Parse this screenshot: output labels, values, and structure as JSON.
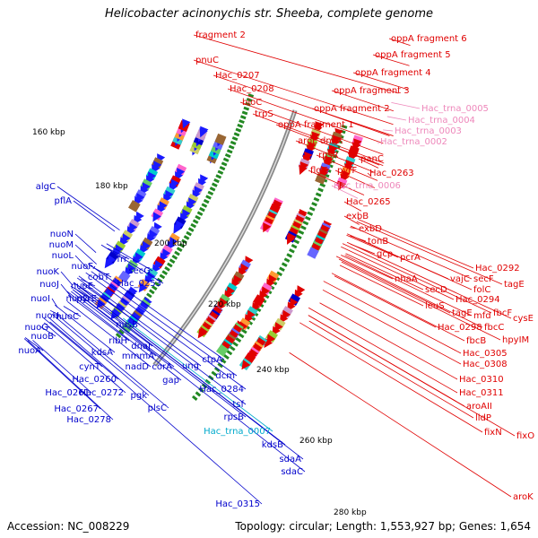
{
  "title": "Helicobacter acinonychis str. Sheeba, complete genome",
  "accession": "Accession: NC_008229",
  "topology": "Topology: circular; Length: 1,553,927 bp; Genes: 1,654",
  "colors": {
    "red": "#e00000",
    "blue": "#0000cc",
    "pink": "#ee88bb",
    "cyan": "#00aacc",
    "backbone": "#888888",
    "tick": "#228822"
  },
  "scale_labels": [
    "160 kbp",
    "180 kbp",
    "200 kbp",
    "220 kbp",
    "240 kbp",
    "260 kbp",
    "280 kbp"
  ],
  "red_labels": [
    "fragment 2",
    "pnuC",
    "Hac_0207",
    "Hac_0208",
    "bioC",
    "trpS",
    "oppA fragment 6",
    "oppA fragment 5",
    "oppA fragment 4",
    "oppA fragment 3",
    "oppA fragment 2",
    "oppA fragment 1",
    "aroE",
    "dnaX",
    "rpsR",
    "flgG",
    "panC",
    "pyrF",
    "Hac_0263",
    "Hac_0265",
    "exbB",
    "exbD",
    "tonB",
    "gcp",
    "pcrA",
    "nhaA",
    "vajC",
    "secF",
    "Hac_0292",
    "secD",
    "folC",
    "tagE",
    "leuS",
    "Hac_0294",
    "tagE",
    "mfd",
    "fbcF",
    "cysE",
    "Hac_0298",
    "fbcC",
    "fbcB",
    "hpyIM",
    "Hac_0305",
    "Hac_0308",
    "Hac_0310",
    "Hac_0311",
    "aroAII",
    "lldP",
    "fixN",
    "fixO",
    "aroK"
  ],
  "pink_labels": [
    "Hac_trna_0005",
    "Hac_trna_0004",
    "Hac_trna_0003",
    "Hac_trna_0002",
    "Hac_trna_0006"
  ],
  "blue_labels": [
    "algC",
    "pflA",
    "nuoN",
    "nuoM",
    "nuoL",
    "nuoK",
    "nuoJ",
    "nuoI",
    "nuoH",
    "nuoG",
    "nuoB",
    "nuoA",
    "nuoF",
    "nuoE",
    "nuoD",
    "nuoC",
    "cobT",
    "pyrE",
    "frr",
    "secG",
    "Hac_0253",
    "nusB",
    "ribH",
    "kdsA",
    "dnaJ",
    "mmmA",
    "cynT",
    "nadD",
    "corA",
    "ung",
    "Hac_0260",
    "Hac_0272",
    "gap",
    "Hac_0261",
    "pgk",
    "Hac_0267",
    "plsC",
    "Hac_0278",
    "ctpA",
    "dcm",
    "Hac_0284",
    "tsf",
    "rpsB",
    "kdsB",
    "sdaA",
    "sdaC",
    "Hac_0315"
  ],
  "cyan_labels": [
    "Hac_trna_0007"
  ]
}
